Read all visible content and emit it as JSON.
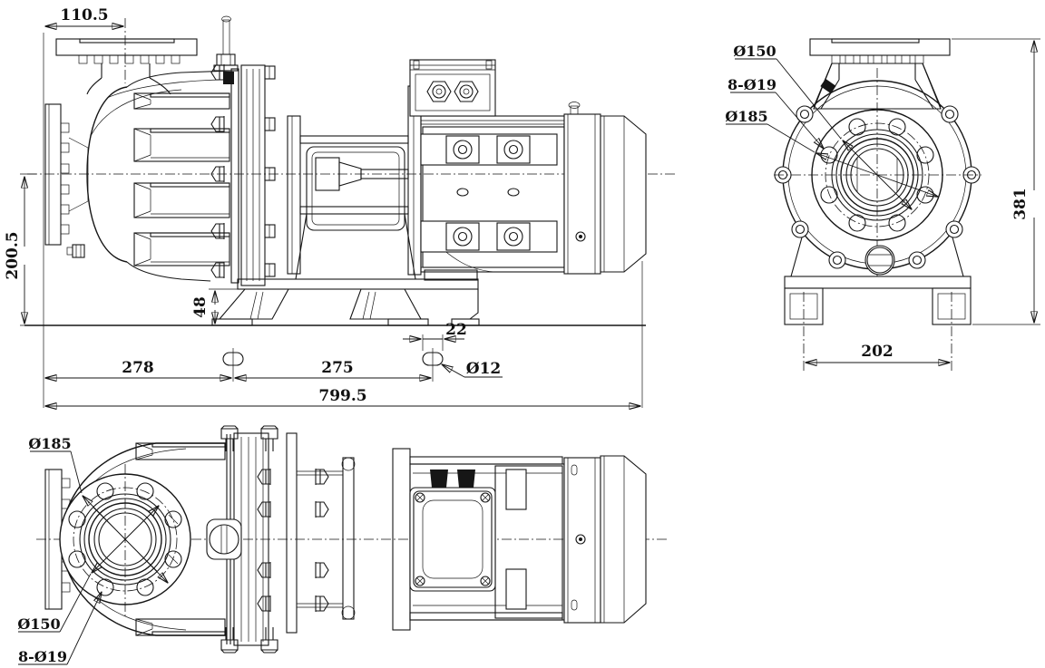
{
  "drawing": {
    "background": "#ffffff",
    "line_color": "#161616"
  },
  "side_view": {
    "dims": {
      "flange_to_discharge": "110.5",
      "centerline_to_ground": "200.5",
      "base_height": "48",
      "slot_length": "22",
      "slot_hole": "Ø12",
      "flange_to_slot1": "278",
      "slot1_to_slot2": "275",
      "overall_length": "799.5"
    }
  },
  "front_view": {
    "labels": {
      "bolt_circle": "Ø150",
      "bolt_holes": "8-Ø19",
      "flange_od": "Ø185"
    },
    "dims": {
      "overall_height": "381",
      "foot_spacing": "202"
    }
  },
  "top_view": {
    "labels": {
      "flange_od": "Ø185",
      "bolt_circle": "Ø150",
      "bolt_holes": "8-Ø19"
    }
  }
}
